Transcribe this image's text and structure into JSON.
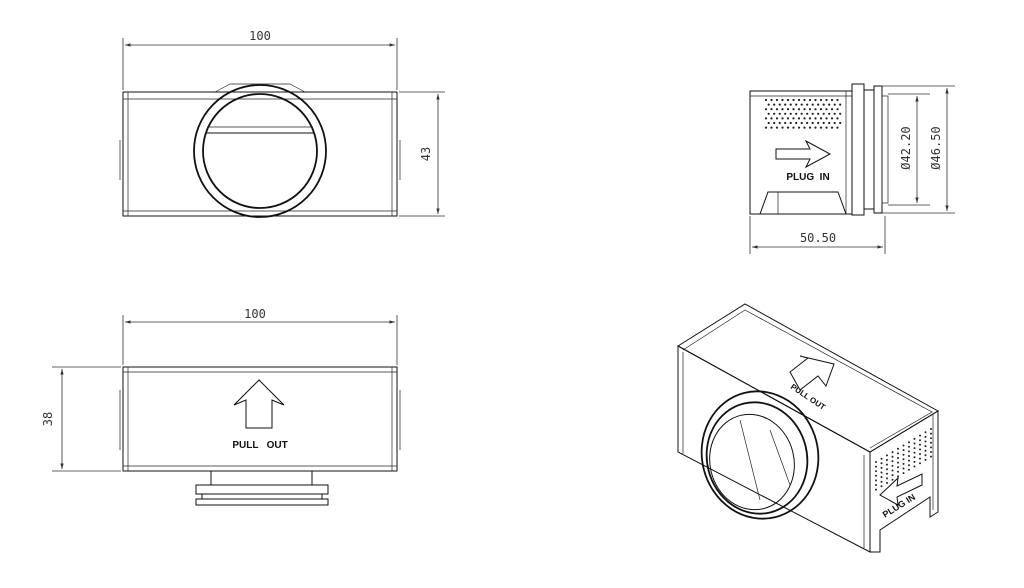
{
  "views": {
    "front": {
      "width_dim": "100",
      "height_dim": "43"
    },
    "side": {
      "dia_inner": "Ø42.20",
      "dia_outer": "Ø46.50",
      "length_dim": "50.50",
      "label": "PLUG  IN"
    },
    "top": {
      "width_dim": "100",
      "height_dim": "38",
      "label": "PULL   OUT"
    },
    "iso": {
      "label_top": "PULL OUT",
      "label_side": "PLUG IN"
    }
  }
}
